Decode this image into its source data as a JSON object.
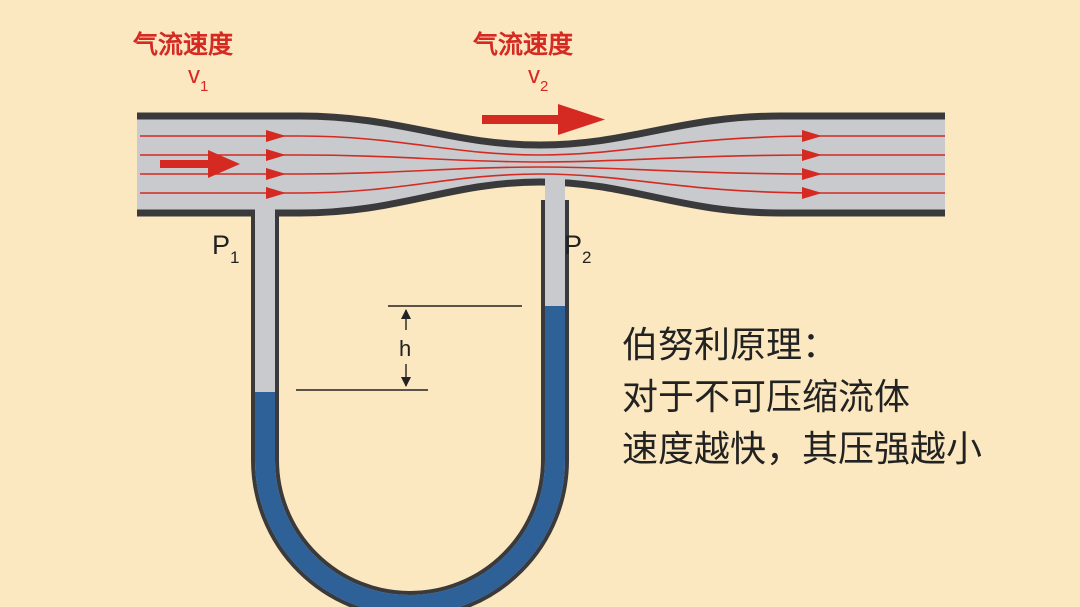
{
  "velocity_1": {
    "title": "气流速度",
    "symbol": "v",
    "subscript": "1"
  },
  "velocity_2": {
    "title": "气流速度",
    "symbol": "v",
    "subscript": "2"
  },
  "pressure_1": {
    "symbol": "P",
    "subscript": "1"
  },
  "pressure_2": {
    "symbol": "P",
    "subscript": "2"
  },
  "height_label": "h",
  "principle": {
    "title": "伯努利原理：",
    "line_1": "对于不可压缩流体",
    "line_2": "速度越快，其压强越小"
  },
  "colors": {
    "background": "#fbe8c0",
    "pipe_fill": "#c8cacd",
    "pipe_wall": "#3a3a3c",
    "streamline": "#d42a22",
    "liquid": "#2f6199",
    "label_red": "#d42a22",
    "text": "#222222"
  }
}
